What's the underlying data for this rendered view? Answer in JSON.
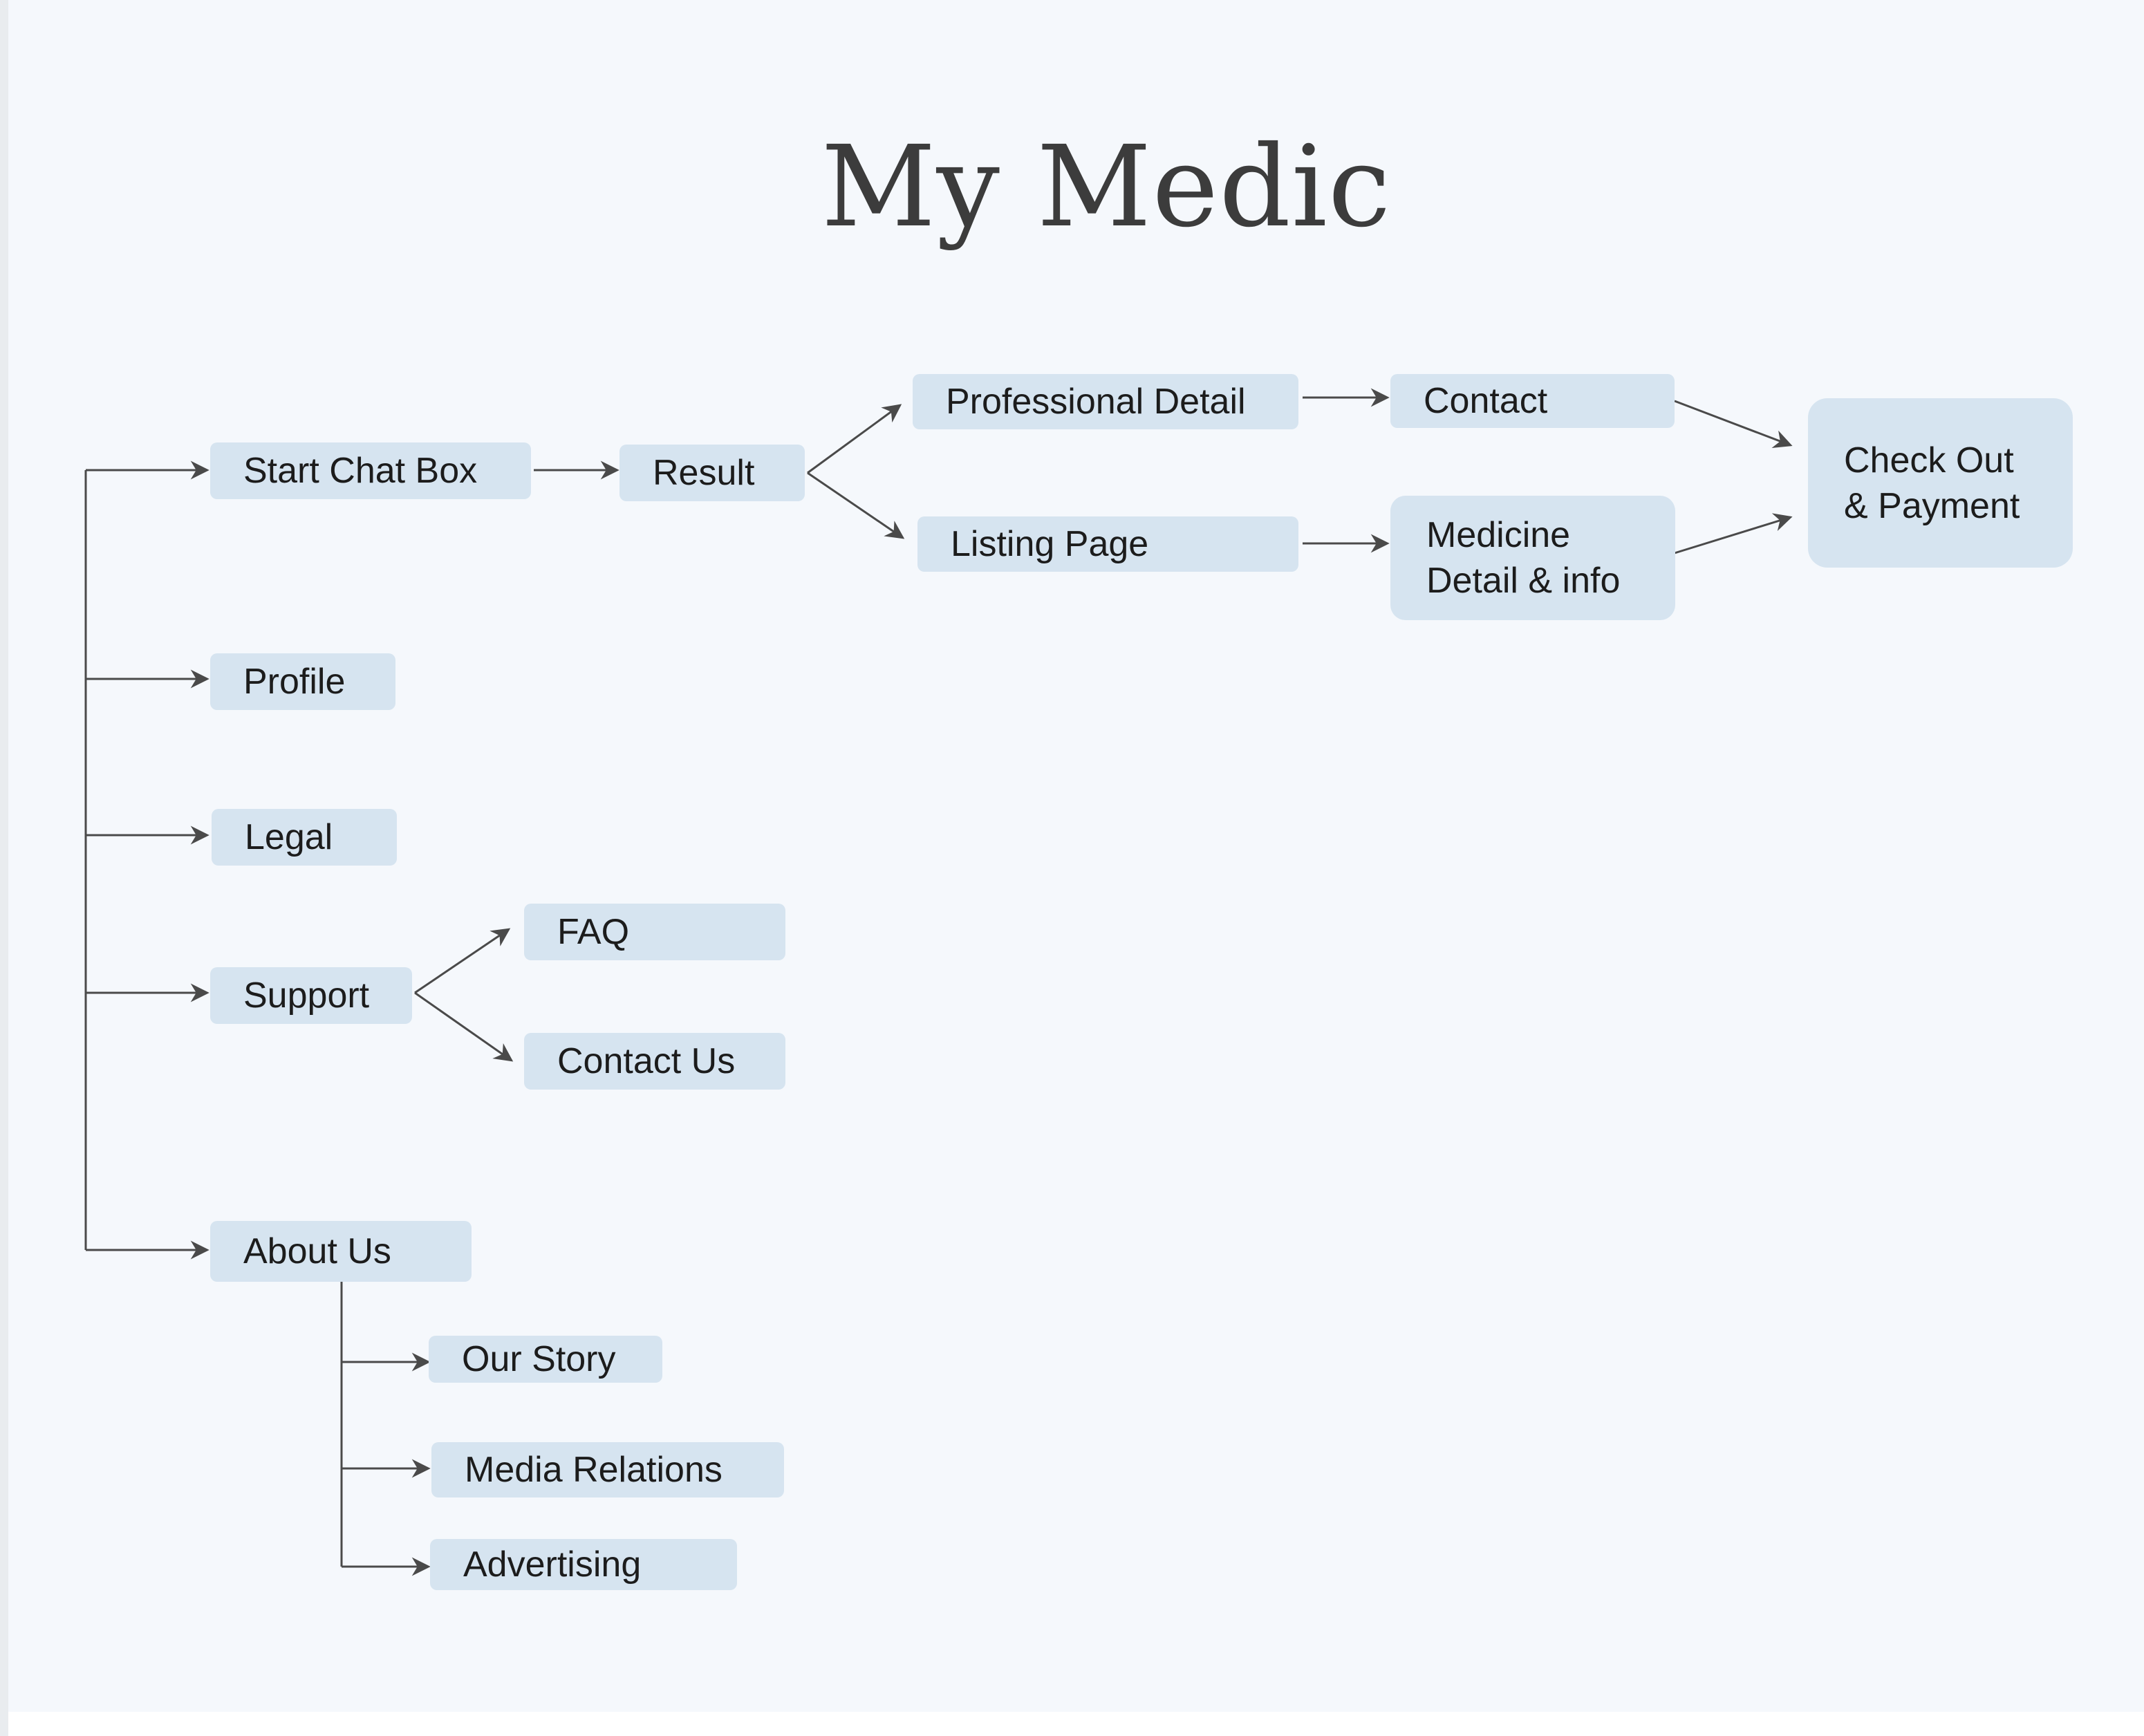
{
  "title": "My Medic",
  "nodes": {
    "start_chat_box": "Start Chat Box",
    "result": "Result",
    "professional_detail": "Professional Detail",
    "listing_page": "Listing Page",
    "contact": "Contact",
    "medicine_detail": "Medicine Detail & info",
    "checkout": "Check Out & Payment",
    "profile": "Profile",
    "legal": "Legal",
    "support": "Support",
    "faq": "FAQ",
    "contact_us": "Contact Us",
    "about_us": "About Us",
    "our_story": "Our Story",
    "media_relations": "Media Relations",
    "advertising": "Advertising"
  },
  "colors": {
    "background": "#f5f8fc",
    "node_fill": "#d6e4f0",
    "line": "#4a4a4a",
    "title": "#3c3c3c"
  }
}
